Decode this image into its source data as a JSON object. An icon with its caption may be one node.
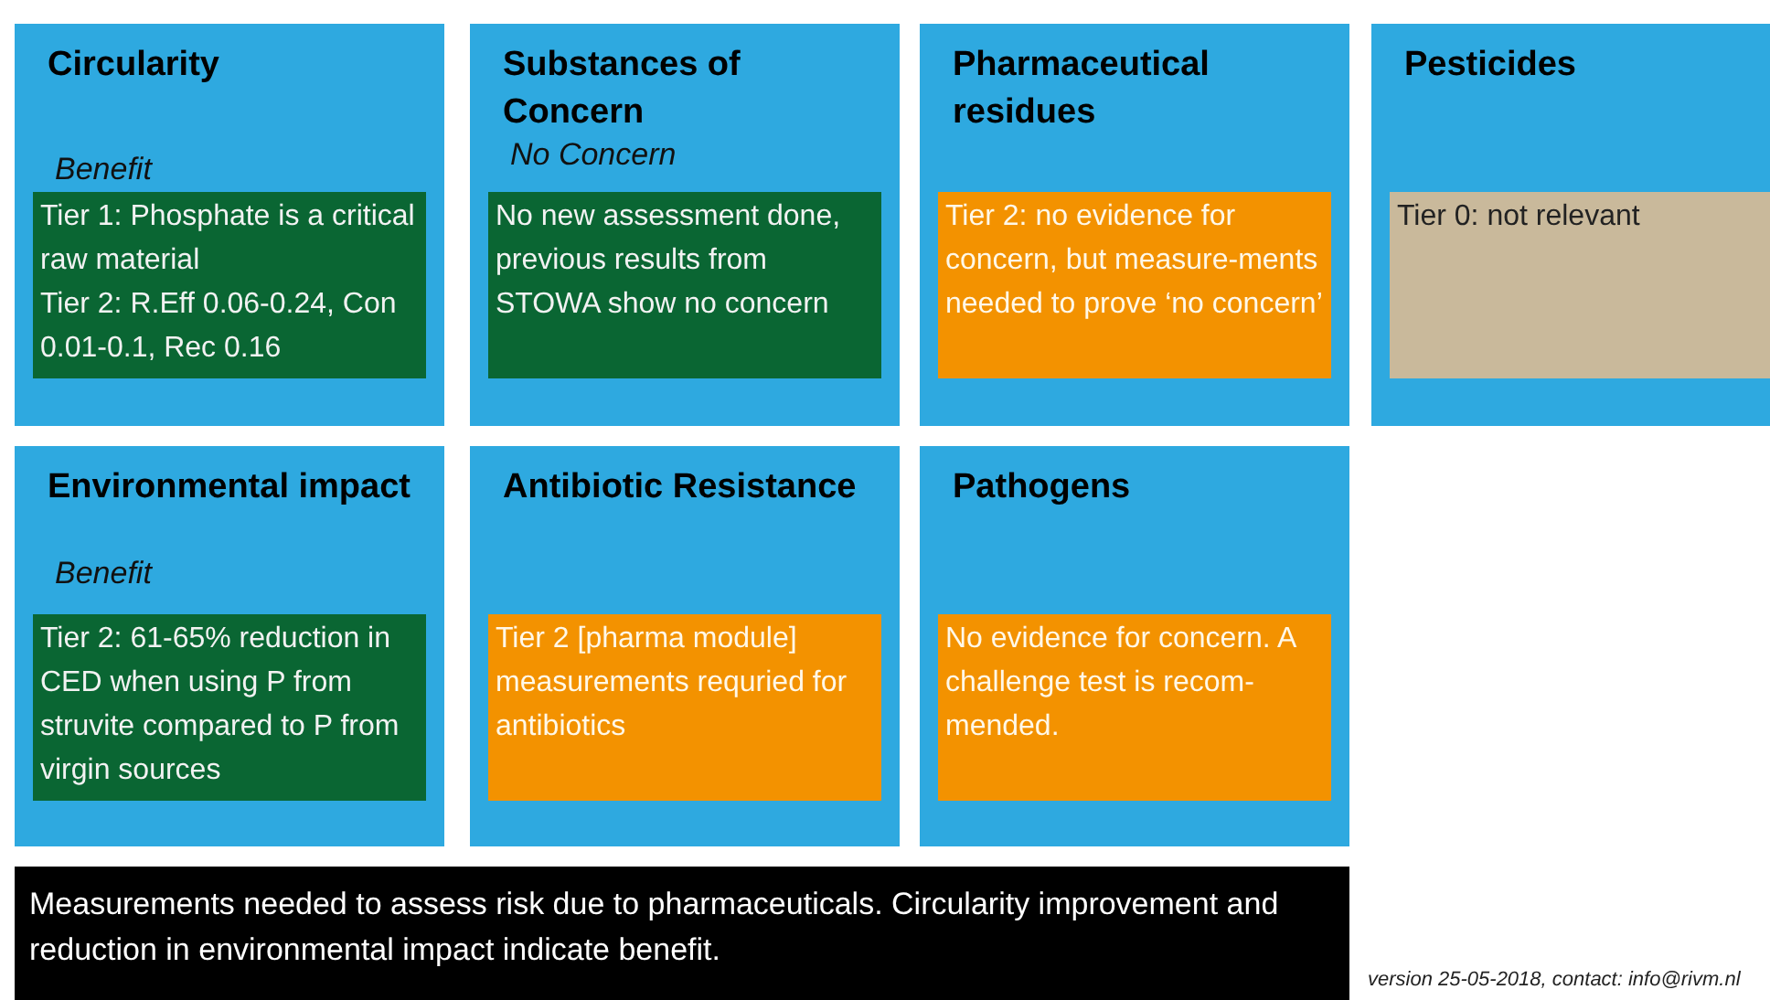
{
  "diagram": {
    "nodes": [
      {
        "text": [
          "Circularity",
          "Benefit"
        ]
      },
      {
        "text": [
          "Tier 1: Phosphate is a critical raw material",
          "Tier 2: R.Eff 0.06-0.24, Con 0.01-0.1, Rec 0.16"
        ],
        "in": 0
      },
      {
        "text": [
          "Substances of Concern",
          "No Concern"
        ]
      },
      {
        "text": [
          "No new assessment done, previous results from STOWA show no concern"
        ],
        "in": 2
      },
      {
        "text": [
          "Pharmaceutical residues"
        ]
      },
      {
        "text": [
          "Tier 2: no evidence for concern, but measure-ments needed to prove ‘no concern’"
        ],
        "in": 4
      },
      {
        "text": [
          "Pesticides"
        ]
      },
      {
        "text": [
          "Tier 0: not relevant"
        ],
        "in": 6
      },
      {
        "text": [
          "Environmental impact",
          "Benefit"
        ]
      },
      {
        "text": [
          "Tier 2: 61-65% reduction in CED when using P from struvite compared to P from virgin sources"
        ],
        "in": 8
      },
      {
        "text": [
          "Antibiotic Resistance"
        ]
      },
      {
        "text": [
          "Tier 2 [pharma module] measurements requried for antibiotics"
        ],
        "in": 10
      },
      {
        "text": [
          "Pathogens"
        ]
      },
      {
        "text": [
          "No evidence for concern. A challenge test is recom-mended."
        ],
        "in": 12
      },
      {
        "text": [
          "Measurements needed to assess risk due to pharmaceuticals. Circularity improvement and reduction in environmental impact indicate benefit."
        ]
      }
    ],
    "edges": [],
    "labels": [
      "version 25-05-2018, contact: info@rivm.nl"
    ]
  }
}
